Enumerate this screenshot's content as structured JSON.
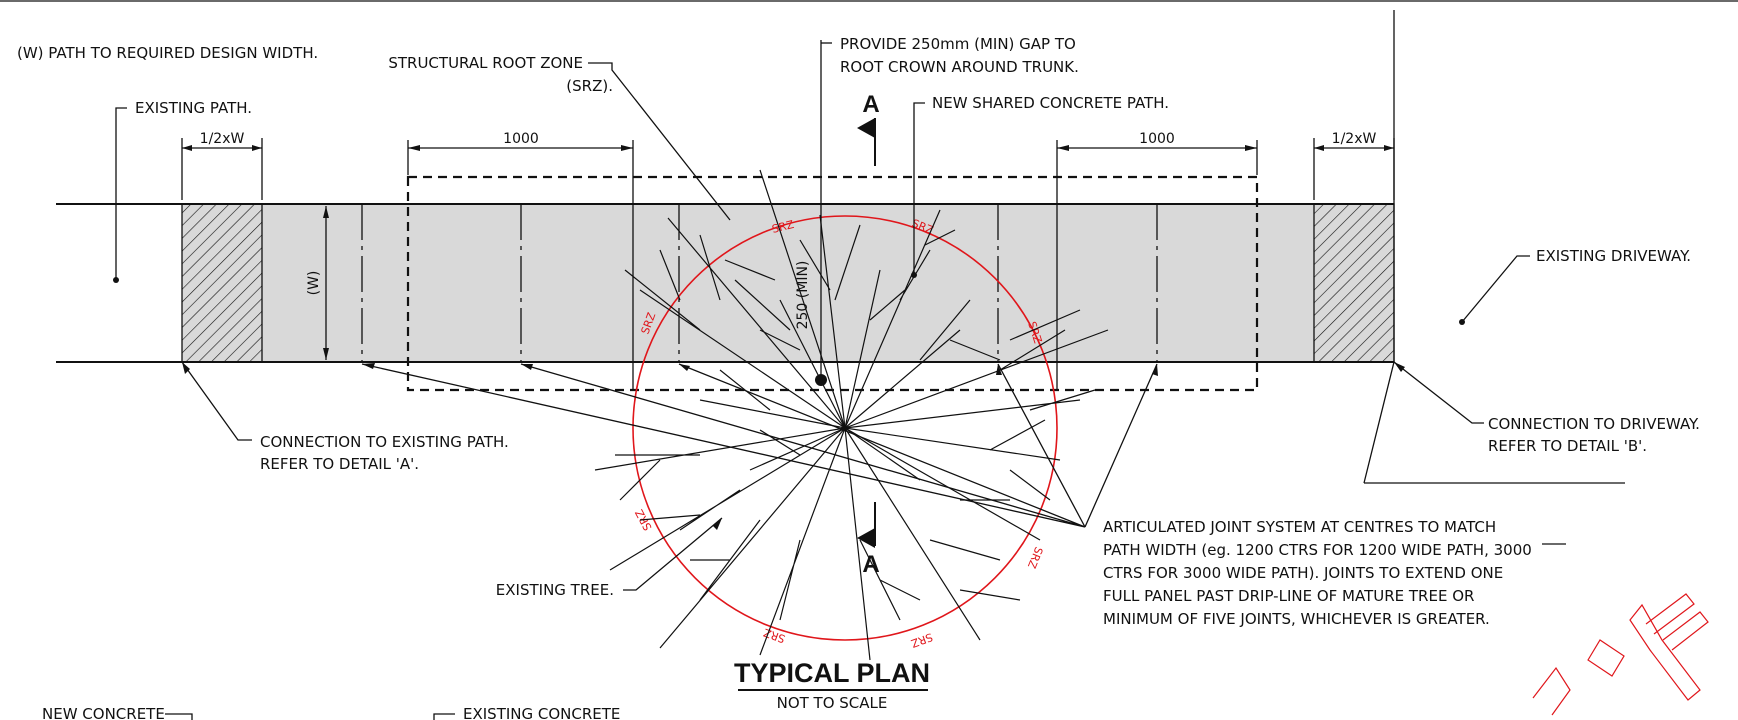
{
  "labels": {
    "w_path": "(W) PATH TO REQUIRED DESIGN WIDTH.",
    "existing_path": "EXISTING PATH.",
    "srz_line1": "STRUCTURAL ROOT ZONE",
    "srz_line2": "(SRZ).",
    "gap_line1": "PROVIDE 250mm (MIN) GAP TO",
    "gap_line2": "ROOT CROWN AROUND TRUNK.",
    "new_path": "NEW SHARED CONCRETE PATH.",
    "existing_driveway": "EXISTING DRIVEWAY.",
    "conn_path_line1": "CONNECTION TO EXISTING PATH.",
    "conn_path_line2": "REFER TO DETAIL 'A'.",
    "conn_drive_line1": "CONNECTION TO DRIVEWAY.",
    "conn_drive_line2": "REFER TO DETAIL 'B'.",
    "joint_line1": "ARTICULATED JOINT SYSTEM AT CENTRES TO MATCH",
    "joint_line2": "PATH WIDTH (eg. 1200 CTRS FOR 1200 WIDE PATH, 3000",
    "joint_line3": "CTRS FOR 3000 WIDE PATH). JOINTS TO EXTEND ONE",
    "joint_line4": "FULL PANEL PAST DRIP-LINE OF MATURE TREE OR",
    "joint_line5": "MINIMUM OF FIVE JOINTS, WHICHEVER IS GREATER.",
    "existing_tree": "EXISTING TREE.",
    "new_concrete": "NEW CONCRETE",
    "existing_concrete": "EXISTING CONCRETE"
  },
  "dimensions": {
    "half_w_left": "1/2xW",
    "half_w_right": "1/2xW",
    "left_1000": "1000",
    "right_1000": "1000",
    "width": "(W)",
    "gap_250": "250 (MIN)"
  },
  "section": {
    "top": "A",
    "bottom": "A"
  },
  "srz_tag": "SRZ",
  "title": {
    "main": "TYPICAL PLAN",
    "sub": "NOT TO SCALE"
  },
  "colors": {
    "line": "#111111",
    "path_fill": "#d9d9d9",
    "srz_red": "#e0161b"
  }
}
